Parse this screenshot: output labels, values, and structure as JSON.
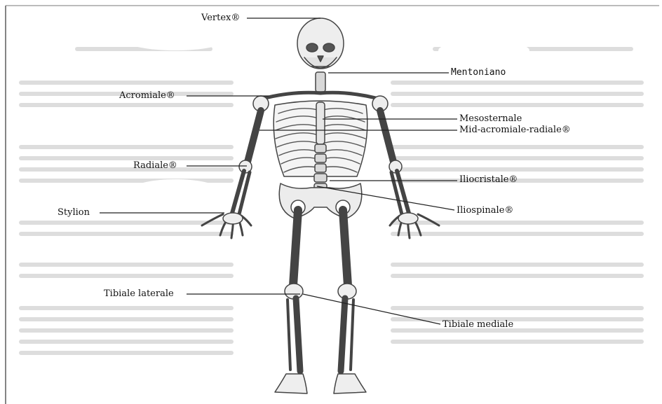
{
  "labels": {
    "vertex": "Vertex®",
    "mentoniano": "Mentoniano",
    "acromiale": "Acromiale®",
    "mesosternale": "Mesosternale",
    "mid_acromiale_radiale": "Mid-acromiale-radiale®",
    "radiale": "Radiale®",
    "iliocristale": "Iliocristale®",
    "iliospinale": "Iliospinale®",
    "stylion": "Stylion",
    "tibiale_laterale": "Tibiale laterale",
    "tibiale_mediale": "Tibiale mediale"
  },
  "colors": {
    "text": "#111111",
    "leader_line": "#222222",
    "page_text_faded": "#9a9a9a",
    "bone_fill": "#eeeeee",
    "bone_stroke": "#444444"
  }
}
